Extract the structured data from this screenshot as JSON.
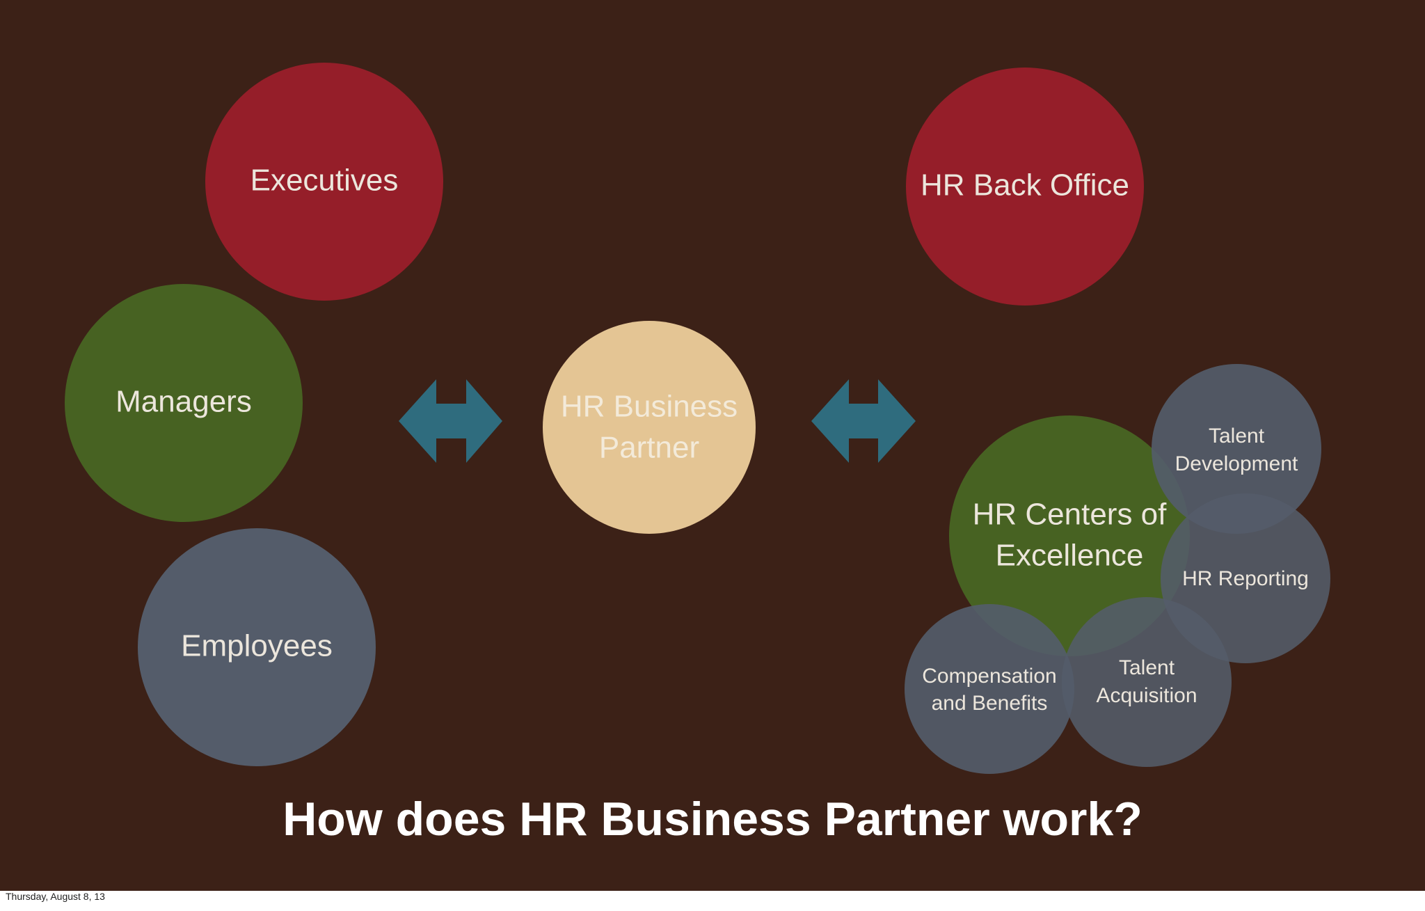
{
  "slide": {
    "title": "How does HR Business Partner work?",
    "footer": "Thursday, August 8, 13"
  },
  "colors": {
    "background": "#3c2117",
    "red": "#951e29",
    "green": "#476222",
    "slate": "#545c6a",
    "tan": "#e4c594",
    "teal": "#2f6c7e",
    "text": "#ece6dc"
  },
  "circles": {
    "executives": "Executives",
    "managers": "Managers",
    "employees": "Employees",
    "hr_business_partner": [
      "HR Business",
      "Partner"
    ],
    "hr_back_office": "HR Back Office",
    "hr_centers_of_excellence": [
      "HR Centers of",
      "Excellence"
    ],
    "talent_development": [
      "Talent",
      "Development"
    ],
    "hr_reporting": "HR Reporting",
    "compensation_and_benefits": [
      "Compensation",
      "and Benefits"
    ],
    "talent_acquisition": [
      "Talent",
      "Acquisition"
    ]
  },
  "icons": {
    "left_arrow": "double-arrow-icon",
    "right_arrow": "double-arrow-icon"
  }
}
